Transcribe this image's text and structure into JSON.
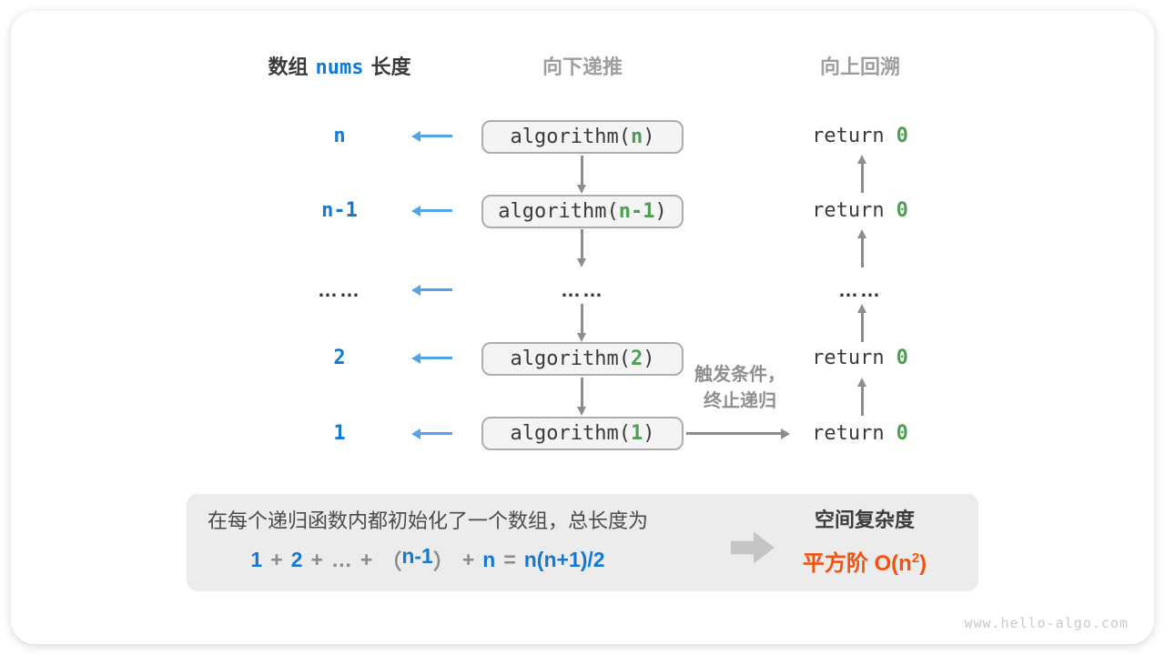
{
  "colors": {
    "blue": "#1479d4",
    "light_blue_arrow": "#54a4e9",
    "green": "#4f9e53",
    "orange": "#f4520c",
    "gray_header": "#9e9e9e",
    "arrow_gray": "#8d8d8d",
    "dark_text": "#3a3a3a",
    "panel_bg": "#ececec"
  },
  "header": {
    "col1_pre": "数组",
    "col1_code": "nums",
    "col1_suf": "长度",
    "col2": "向下递推",
    "col3": "向上回溯"
  },
  "rows": [
    {
      "label": "n",
      "call_pre": "algorithm(",
      "param": "n",
      "call_suf": ")",
      "ret_kw": "return",
      "ret_val": "0"
    },
    {
      "label": "n-1",
      "call_pre": "algorithm(",
      "param": "n-1",
      "call_suf": ")",
      "ret_kw": "return",
      "ret_val": "0"
    },
    {
      "label": "……",
      "center_dots": "……",
      "right_dots": "……"
    },
    {
      "label": "2",
      "call_pre": "algorithm(",
      "param": "2",
      "call_suf": ")",
      "ret_kw": "return",
      "ret_val": "0"
    },
    {
      "label": "1",
      "call_pre": "algorithm(",
      "param": "1",
      "call_suf": ")",
      "ret_kw": "return",
      "ret_val": "0"
    }
  ],
  "trigger": {
    "line1": "触发条件，",
    "line2": "终止递归"
  },
  "summary": {
    "line1": "在每个递归函数内都初始化了一个数组，总长度为",
    "equation": {
      "n1": "1",
      "plus1": "+",
      "n2": "2",
      "plus2": "+",
      "dots": "…",
      "plus3": "+",
      "lparen": "（",
      "n3": "n-1",
      "rparen": "）",
      "plus4": "+",
      "n4": "n",
      "equals": "=",
      "n5": "n(n+1)/2"
    },
    "result_title": "空间复杂度",
    "result_pre": "平方阶 O(n",
    "result_sup": "2",
    "result_suf": ")"
  },
  "footer": "www.hello-algo.com"
}
